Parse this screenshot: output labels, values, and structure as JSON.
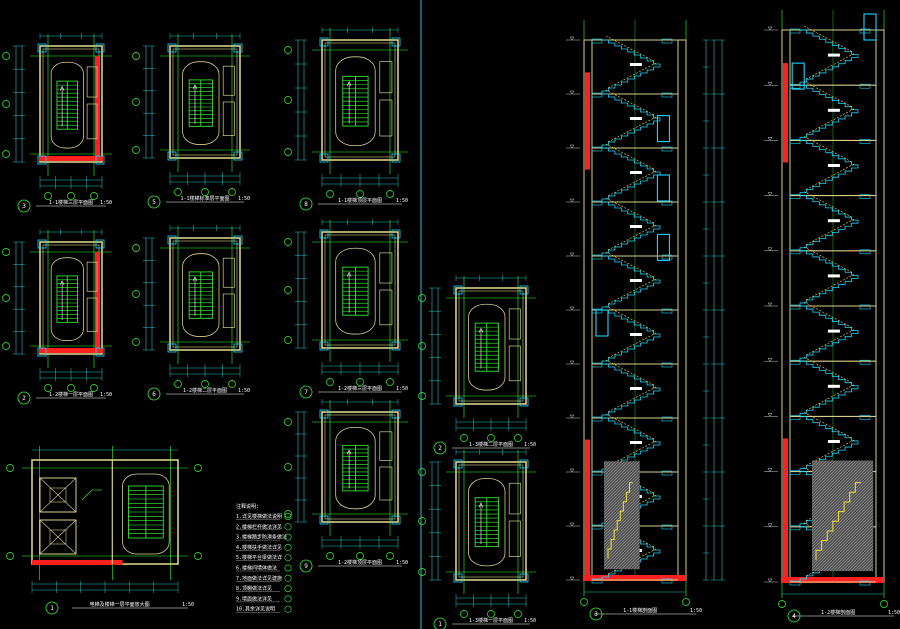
{
  "colors": {
    "background": "#000000",
    "wall": "#d8cf86",
    "grid": "#2bff2b",
    "dimension": "#22c5c5",
    "column": "#ff2020",
    "stair": "#33ff33",
    "annotation": "#ffffff",
    "hatch": "#8a8a8a",
    "cyan": "#19d6ff",
    "yellow": "#f0e040",
    "divider": "#30c0e0"
  },
  "plans": [
    {
      "id": "plan-a1",
      "number": "3",
      "title": "1-1楼梯三层平面图",
      "scale": "1:50"
    },
    {
      "id": "plan-a2",
      "number": "5",
      "title": "1-1楼梯标准层平面图",
      "scale": "1:50"
    },
    {
      "id": "plan-a3",
      "number": "8",
      "title": "1-1楼梯顶层平面图",
      "scale": "1:50"
    },
    {
      "id": "plan-b1",
      "number": "2",
      "title": "1-2楼梯一层平面图",
      "scale": "1:50"
    },
    {
      "id": "plan-b2",
      "number": "6",
      "title": "1-2楼梯二层平面图",
      "scale": "1:50"
    },
    {
      "id": "plan-b3",
      "number": "7",
      "title": "1-2楼梯三层平面图",
      "scale": "1:50"
    },
    {
      "id": "plan-c3",
      "number": "9",
      "title": "1-2楼梯顶层平面图",
      "scale": "1:50"
    },
    {
      "id": "plan-elev",
      "number": "1",
      "title": "电梯及楼梯一层平面放大图",
      "scale": "1:50"
    },
    {
      "id": "plan-r1",
      "number": "2",
      "title": "1-3楼梯二层平面图",
      "scale": "1:50"
    },
    {
      "id": "plan-r2",
      "number": "1",
      "title": "1-3楼梯一层平面图",
      "scale": "1:50"
    }
  ],
  "sections": [
    {
      "id": "section-1",
      "number": "3",
      "title": "1-1楼梯剖面图",
      "scale": "1:50"
    },
    {
      "id": "section-2",
      "number": "4",
      "title": "1-2楼梯剖面图",
      "scale": "1:50"
    }
  ],
  "notes": {
    "heading": "注释说明:",
    "items": [
      "1.详见楼梯做法说明",
      "2.楼梯栏杆做法详见",
      "3.楼梯踏步防滑条做法",
      "4.楼梯扶手做法详见",
      "5.楼梯平台梁做法详",
      "6.楼梯间墙体做法",
      "7.地面做法详见建施",
      "8.顶棚做法详见",
      "9.墙面做法详见",
      "10.其余详见说明"
    ]
  }
}
